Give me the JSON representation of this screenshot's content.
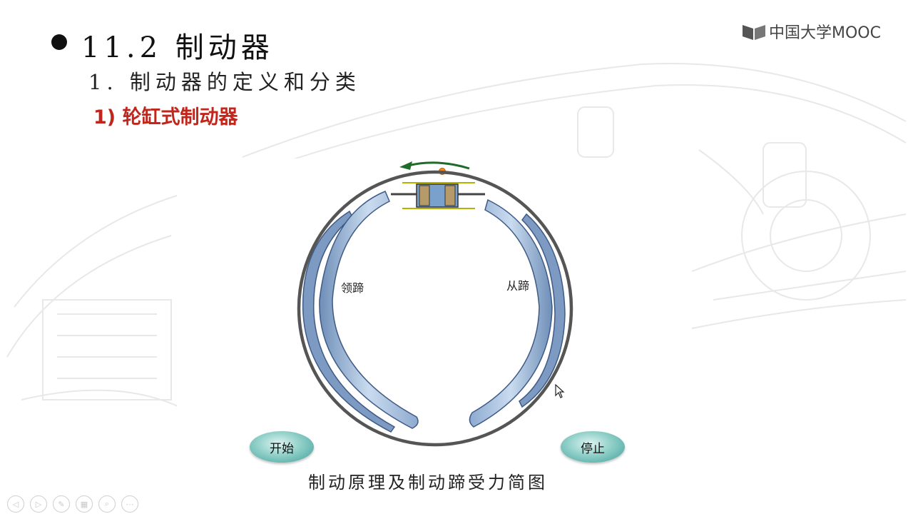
{
  "logo": {
    "text": "中国大学MOOC",
    "icon": "mooc-book-icon"
  },
  "slide": {
    "title": "11.2 制动器",
    "subtitle": "1. 制动器的定义和分类",
    "type_label": "1) 轮缸式制动器"
  },
  "diagram": {
    "leading_shoe": "领蹄",
    "trailing_shoe": "从蹄",
    "caption": "制动原理及制动蹄受力简图",
    "rotation_arrow_color": "#1f6b2a",
    "drum_color": "#555555",
    "shoe_color": "#a7c2e0",
    "cylinder_color": "#b79a6a"
  },
  "controls": {
    "start": "开始",
    "stop": "停止"
  },
  "player": {
    "icons": [
      "prev-icon",
      "next-icon",
      "pen-icon",
      "slides-icon",
      "zoom-icon",
      "more-icon"
    ],
    "glyphs": [
      "◁",
      "▷",
      "✎",
      "▦",
      "⌕",
      "⋯"
    ]
  }
}
